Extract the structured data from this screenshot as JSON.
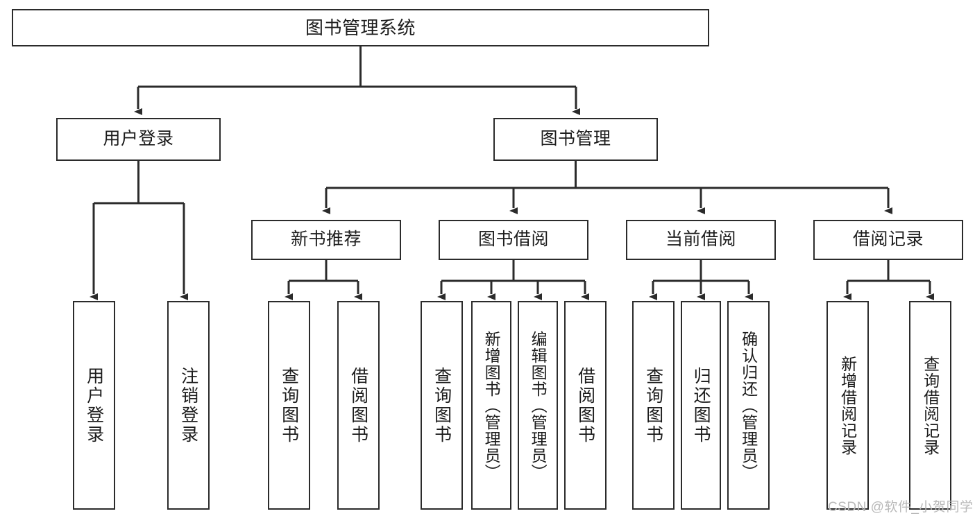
{
  "diagram": {
    "title": "图书管理系统",
    "type": "tree",
    "root": {
      "label": "图书管理系统"
    },
    "level2": [
      {
        "label": "用户登录"
      },
      {
        "label": "图书管理"
      }
    ],
    "level3": [
      {
        "label": "新书推荐"
      },
      {
        "label": "图书借阅"
      },
      {
        "label": "当前借阅"
      },
      {
        "label": "借阅记录"
      }
    ],
    "leaves": {
      "user_login": [
        {
          "label": "用户登录"
        },
        {
          "label": "注销登录"
        }
      ],
      "new_book_recommend": [
        {
          "label": "查询图书"
        },
        {
          "label": "借阅图书"
        }
      ],
      "book_borrow": [
        {
          "label": "查询图书"
        },
        {
          "label": "新增图书（管理员）"
        },
        {
          "label": "编辑图书（管理员）"
        },
        {
          "label": "借阅图书"
        }
      ],
      "current_borrow": [
        {
          "label": "查询图书"
        },
        {
          "label": "归还图书"
        },
        {
          "label": "确认归还（管理员）"
        }
      ],
      "borrow_record": [
        {
          "label": "新增借阅记录"
        },
        {
          "label": "查询借阅记录"
        }
      ]
    }
  },
  "watermark": {
    "text": "CSDN @软件_小贺同学"
  },
  "colors": {
    "stroke": "#2b2b2b",
    "fill": "#ffffff",
    "text": "#1c1c1c",
    "watermark": "#b9b9b9"
  }
}
